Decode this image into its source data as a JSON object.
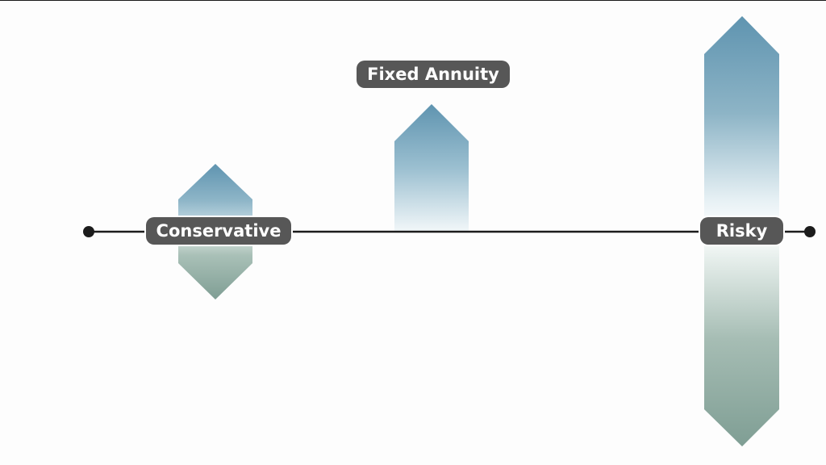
{
  "diagram": {
    "labels": {
      "conservative": "Conservative",
      "fixed_annuity": "Fixed Annuity",
      "risky": "Risky"
    },
    "colors": {
      "upside": "#5f94b0",
      "downside": "#7f9e94",
      "axis": "#1c1c1c",
      "label_bg": "#575757",
      "label_text": "#ffffff",
      "background": "#fdfdfd"
    }
  }
}
